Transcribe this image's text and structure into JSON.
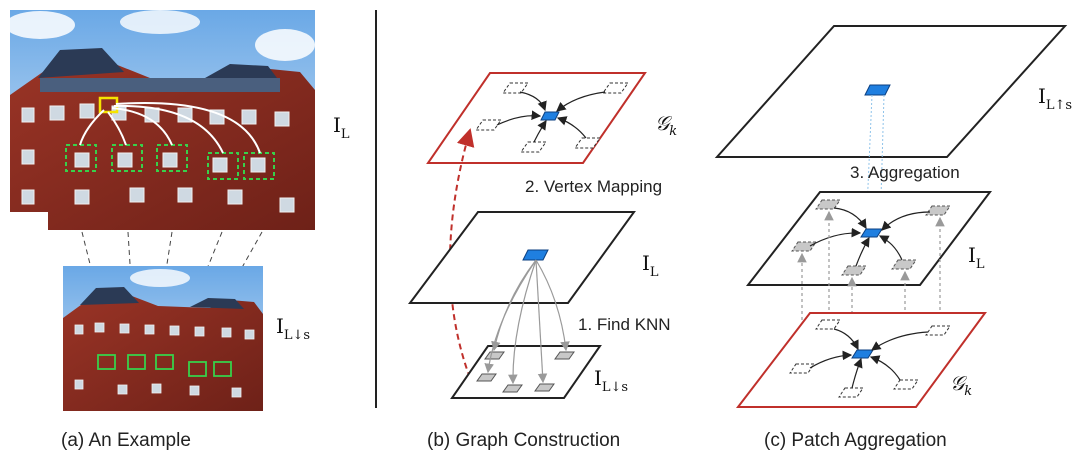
{
  "panels": {
    "a": {
      "caption": "(a) An Example",
      "label_top": "I",
      "label_top_sub": "L",
      "label_bottom": "I",
      "label_bottom_sub": "L↓s"
    },
    "b": {
      "caption": "(b) Graph Construction",
      "gk": "𝒢",
      "gk_sub": "k",
      "step2": "2. Vertex Mapping",
      "il": "I",
      "il_sub": "L",
      "step1": "1. Find KNN",
      "ils": "I",
      "ils_sub": "L↓s"
    },
    "c": {
      "caption": "(c) Patch Aggregation",
      "ilup": "I",
      "ilup_sub": "L↑s",
      "step3": "3. Aggregation",
      "il": "I",
      "il_sub": "L",
      "gk": "𝒢",
      "gk_sub": "k"
    }
  },
  "colors": {
    "graph_border": "#c0302b",
    "center_patch": "#1f7fe0",
    "neighbor_patch": "#c8c8c8",
    "brick": "#8b2e22",
    "sky": "#9fc8ee",
    "highlight_yellow": "#f5e400",
    "highlight_green": "#38d04a"
  }
}
